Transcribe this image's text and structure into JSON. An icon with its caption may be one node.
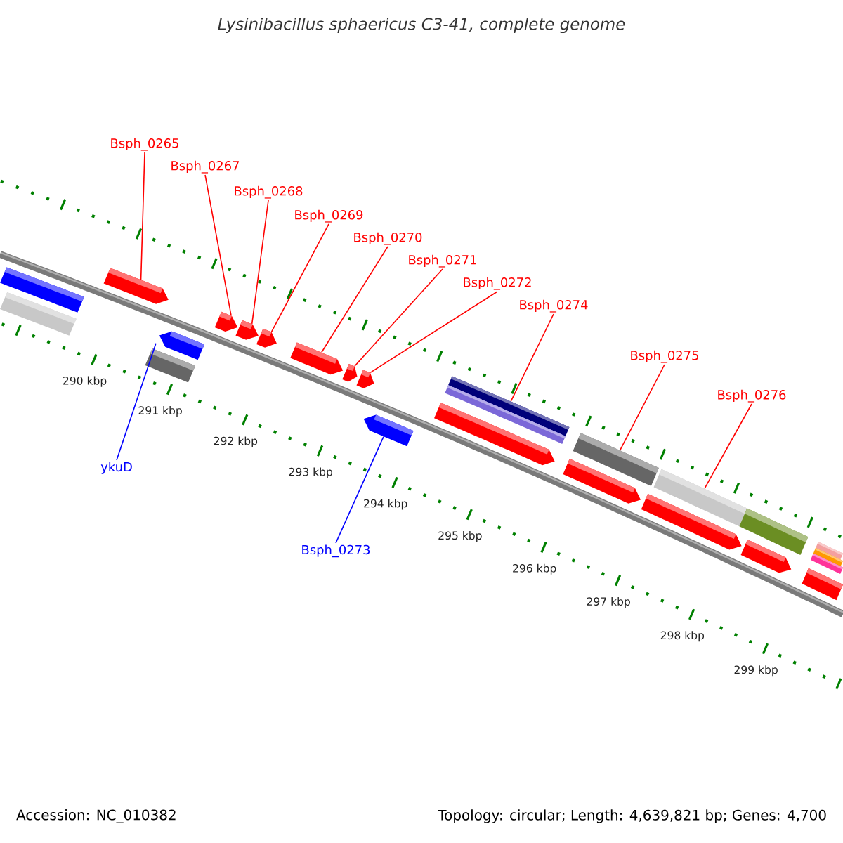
{
  "diagram": {
    "title": "Lysinibacillus sphaericus C3-41, complete genome",
    "nodes": [
      {
        "text": [
          "Bsph_0265"
        ]
      },
      {
        "text": [
          "Bsph_0267"
        ]
      },
      {
        "text": [
          "Bsph_0268"
        ]
      },
      {
        "text": [
          "Bsph_0269"
        ]
      },
      {
        "text": [
          "Bsph_0270"
        ]
      },
      {
        "text": [
          "Bsph_0271"
        ]
      },
      {
        "text": [
          "Bsph_0272"
        ]
      },
      {
        "text": [
          "Bsph_0274"
        ]
      },
      {
        "text": [
          "Bsph_0275"
        ]
      },
      {
        "text": [
          "Bsph_0276"
        ]
      },
      {
        "text": [
          "ykuD"
        ]
      },
      {
        "text": [
          "Bsph_0273"
        ]
      },
      {
        "text": [],
        "shape": "arrow"
      },
      {
        "text": [],
        "shape": "bar"
      },
      {
        "text": [],
        "shape": "arrow"
      },
      {
        "text": [],
        "shape": "bar"
      },
      {
        "text": [],
        "shape": "arrow"
      },
      {
        "text": [],
        "shape": "arrow"
      },
      {
        "text": [],
        "shape": "arrow"
      },
      {
        "text": [],
        "shape": "arrow"
      },
      {
        "text": [],
        "shape": "arrow"
      },
      {
        "text": [],
        "shape": "arrow"
      },
      {
        "text": [],
        "shape": "arrow"
      },
      {
        "text": [],
        "shape": "arrow"
      },
      {
        "text": [],
        "shape": "arrow"
      },
      {
        "text": [],
        "shape": "bar"
      },
      {
        "text": [],
        "shape": "bar"
      },
      {
        "text": [],
        "shape": "arrow"
      },
      {
        "text": [],
        "shape": "bar"
      },
      {
        "text": [],
        "shape": "arrow"
      },
      {
        "text": [],
        "shape": "bar"
      },
      {
        "text": [],
        "shape": "bar"
      },
      {
        "text": [],
        "shape": "arrow"
      },
      {
        "text": [],
        "shape": "bar"
      },
      {
        "text": [],
        "shape": "bar"
      },
      {
        "text": [],
        "shape": "bar"
      },
      {
        "text": [],
        "shape": "arrow"
      }
    ],
    "edges": [
      {
        "from": 0,
        "to": 14,
        "arrow": "none"
      },
      {
        "from": 1,
        "to": 17,
        "arrow": "none"
      },
      {
        "from": 2,
        "to": 18,
        "arrow": "none"
      },
      {
        "from": 3,
        "to": 19,
        "arrow": "none"
      },
      {
        "from": 4,
        "to": 20,
        "arrow": "none"
      },
      {
        "from": 5,
        "to": 21,
        "arrow": "none"
      },
      {
        "from": 6,
        "to": 22,
        "arrow": "none"
      },
      {
        "from": 7,
        "to": 25,
        "arrow": "none"
      },
      {
        "from": 8,
        "to": 28,
        "arrow": "none"
      },
      {
        "from": 9,
        "to": 30,
        "arrow": "none"
      },
      {
        "from": 10,
        "to": 16,
        "arrow": "none",
        "color": "#0000ff"
      },
      {
        "from": 11,
        "to": 23,
        "arrow": "none",
        "color": "#0000ff"
      }
    ],
    "labels": [
      "290 kbp",
      "291 kbp",
      "292 kbp",
      "293 kbp",
      "294 kbp",
      "295 kbp",
      "296 kbp",
      "297 kbp",
      "298 kbp",
      "299 kbp",
      "Accession: NC_010382",
      "Topology: circular; Length: 4,639,821 bp; Genes: 4,700"
    ]
  }
}
